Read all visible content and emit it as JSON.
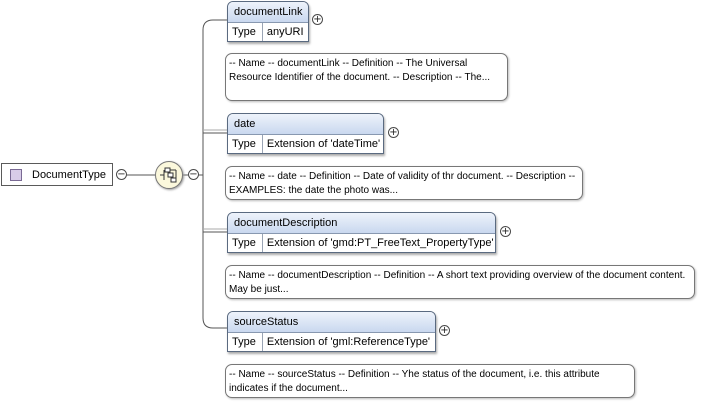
{
  "root": {
    "name": "DocumentType"
  },
  "toggles": {
    "collapse": "−",
    "expand": "+"
  },
  "type_label": "Type",
  "elements": [
    {
      "name": "documentLink",
      "type": "anyURI",
      "annotation": "-- Name -- documentLink -- Definition -- The Universal Resource Identifier of the document. -- Description -- The..."
    },
    {
      "name": "date",
      "type": "Extension of 'dateTime'",
      "annotation": "-- Name -- date -- Definition -- Date of validity of thr document. -- Description -- EXAMPLES: the date the photo was..."
    },
    {
      "name": "documentDescription",
      "type": "Extension of 'gmd:PT_FreeText_PropertyType'",
      "annotation": "-- Name -- documentDescription -- Definition -- A short text providing overview of the document content. May be just..."
    },
    {
      "name": "sourceStatus",
      "type": "Extension of 'gml:ReferenceType'",
      "annotation": "-- Name -- sourceStatus -- Definition -- Yhe status of the document, i.e. this attribute indicates if the document..."
    }
  ]
}
